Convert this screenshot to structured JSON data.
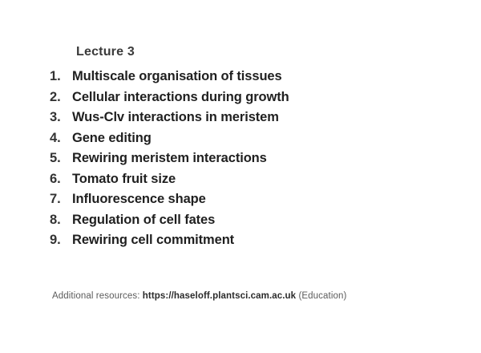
{
  "slide": {
    "heading": "Lecture 3",
    "background_color": "#ffffff",
    "text_color": "#262626",
    "footer_color": "#5b5b5b",
    "topics": [
      {
        "number": "1.",
        "label": "Multiscale organisation of tissues"
      },
      {
        "number": "2.",
        "label": "Cellular interactions during growth"
      },
      {
        "number": "3.",
        "label": "Wus-Clv interactions in meristem"
      },
      {
        "number": "4.",
        "label": "Gene editing"
      },
      {
        "number": "5.",
        "label": "Rewiring meristem interactions"
      },
      {
        "number": "6.",
        "label": "Tomato fruit size"
      },
      {
        "number": "7.",
        "label": "Influorescence shape"
      },
      {
        "number": "8.",
        "label": "Regulation of cell fates"
      },
      {
        "number": "9.",
        "label": "Rewiring cell commitment"
      }
    ],
    "footer": {
      "prefix": "Additional resources: ",
      "url": "https://haseloff.plantsci.cam.ac.uk",
      "suffix": " (Education)"
    }
  }
}
